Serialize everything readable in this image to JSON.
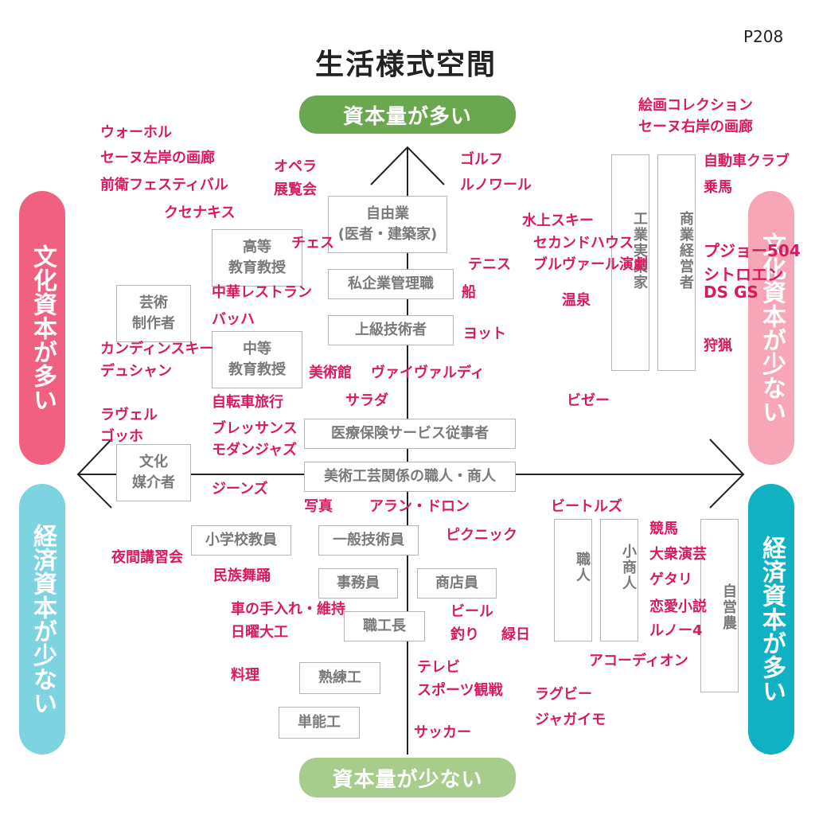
{
  "page_number": "P208",
  "title": "生活様式空間",
  "axis_labels": {
    "top": "資本量が多い",
    "bottom": "資本量が少ない",
    "left_upper": "文化資本が多い",
    "left_lower": "経済資本が少ない",
    "right_upper": "文化資本が少ない",
    "right_lower": "経済資本が多い"
  },
  "colors": {
    "green_pill": "#6aa84f",
    "pale_green_pill": "#a8cc8c",
    "red_pill": "#f06080",
    "pink_pill": "#f6a6b6",
    "cyan_pill": "#7dd3e0",
    "teal_pill": "#0fb1c3",
    "label_magenta": "#d81b60",
    "box_border": "#b5b5b5",
    "box_text": "#7a7a7a"
  },
  "occupations": {
    "jiyugyo": "自由業\n(医者・建築家)",
    "koto_kyoju": "高等\n教育教授",
    "shikigyo": "私企業管理職",
    "geijutsu": "芸術\n制作者",
    "jokyu": "上級技術者",
    "chuto": "中等\n教育教授",
    "iryo": "医療保険サービス従事者",
    "bunka_baikai": "文化\n媒介者",
    "bijutsu_kogei": "美術工芸関係の職人・商人",
    "shogakko": "小学校教員",
    "ippan": "一般技術員",
    "jimuin": "事務員",
    "shotenin": "商店員",
    "shokkocho": "職工長",
    "jukurenko": "熟練工",
    "tannoko": "単能工",
    "kogyo": "工業実業家",
    "shogyo": "商業経営者",
    "shokunin": "職人",
    "koshonin": "小商人",
    "jieino": "自営農"
  },
  "practices": [
    "ウォーホル",
    "セーヌ左岸の画廊",
    "前衛フェスティバル",
    "クセナキス",
    "オペラ",
    "展覧会",
    "チェス",
    "ゴルフ",
    "ルノワール",
    "絵画コレクション",
    "セーヌ右岸の画廊",
    "自動車クラブ",
    "乗馬",
    "水上スキー",
    "セカンドハウス",
    "ブルヴァール演劇",
    "テニス",
    "中華レストラン",
    "船",
    "温泉",
    "プジョー504",
    "シトロエン",
    "DS GS",
    "バッハ",
    "ヨット",
    "カンディンスキー",
    "デュシャン",
    "狩猟",
    "美術館",
    "ヴァイヴァルディ",
    "自転車旅行",
    "サラダ",
    "ビゼー",
    "ラヴェル",
    "ゴッホ",
    "ブレッサンス",
    "モダンジャズ",
    "ジーンズ",
    "写真",
    "アラン・ドロン",
    "ビートルズ",
    "競馬",
    "ピクニック",
    "夜間講習会",
    "大衆演芸",
    "民族舞踊",
    "ゲタリ",
    "車の手入れ・維持",
    "ビール",
    "恋愛小説",
    "日曜大工",
    "釣り",
    "緑日",
    "ルノー4",
    "アコーディオン",
    "料理",
    "テレビ",
    "スポーツ観戦",
    "ラグビー",
    "ジャガイモ",
    "サッカー"
  ]
}
